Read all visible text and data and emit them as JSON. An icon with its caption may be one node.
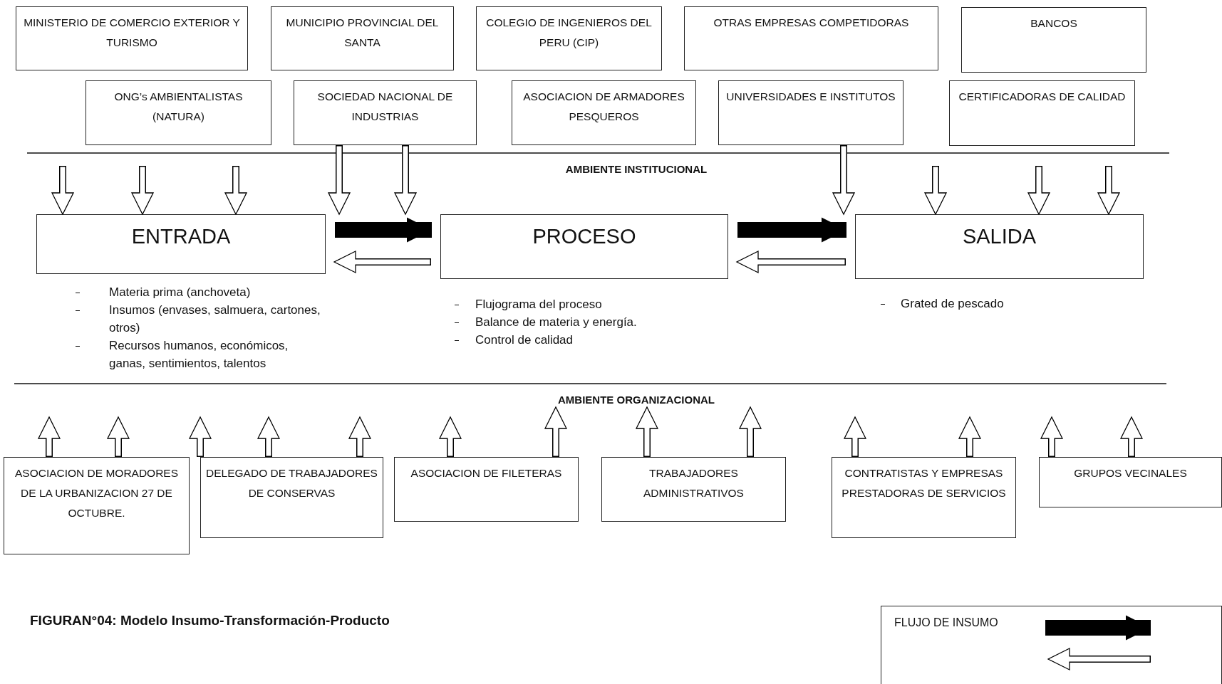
{
  "diagram": {
    "caption": "FIGURAN°04: Modelo Insumo-Transformación-Producto",
    "nodes": [
      {
        "text": [
          "ENTRADA"
        ],
        "beside": [
          "Materia prima (anchoveta)",
          "Insumos (envases, salmuera, cartones, otros)",
          "Recursos humanos, económicos, ganas, sentimientos, talentos"
        ]
      },
      {
        "text": [
          "PROCESO"
        ],
        "beside": [
          "Flujograma del proceso",
          "Balance de materia y energía.",
          "Control de calidad"
        ]
      },
      {
        "text": [
          "SALIDA"
        ],
        "beside": [
          "Grated de pescado"
        ]
      },
      {
        "text": [
          "MINISTERIO DE COMERCIO EXTERIOR Y TURISMO"
        ]
      },
      {
        "text": [
          "MUNICIPIO PROVINCIAL DEL SANTA"
        ]
      },
      {
        "text": [
          "COLEGIO DE INGENIEROS DEL PERU (CIP)"
        ]
      },
      {
        "text": [
          "OTRAS EMPRESAS COMPETIDORAS"
        ]
      },
      {
        "text": [
          "BANCOS"
        ]
      },
      {
        "text": [
          "ONG’s AMBIENTALISTAS (NATURA)"
        ]
      },
      {
        "text": [
          "SOCIEDAD NACIONAL DE INDUSTRIAS"
        ]
      },
      {
        "text": [
          "ASOCIACION DE ARMADORES PESQUEROS"
        ]
      },
      {
        "text": [
          "UNIVERSIDADES E INSTITUTOS"
        ]
      },
      {
        "text": [
          "CERTIFICADORAS DE CALIDAD"
        ]
      },
      {
        "text": [
          "ASOCIACION DE MORADORES DE LA URBANIZACION 27 DE OCTUBRE."
        ]
      },
      {
        "text": [
          "DELEGADO DE TRABAJADORES DE CONSERVAS"
        ]
      },
      {
        "text": [
          "ASOCIACION DE FILETERAS"
        ]
      },
      {
        "text": [
          "TRABAJADORES ADMINISTRATIVOS"
        ]
      },
      {
        "text": [
          "CONTRATISTAS Y EMPRESAS PRESTADORAS DE SERVICIOS"
        ]
      },
      {
        "text": [
          "GRUPOS VECINALES"
        ]
      },
      {
        "text": [
          "AMBIENTE ORGANIZACIONAL"
        ]
      }
    ],
    "edges": [
      {
        "from": 0,
        "to": 1,
        "arrow": "to",
        "style": "thick"
      },
      {
        "from": 1,
        "to": 0,
        "arrow": "to"
      },
      {
        "from": 1,
        "to": 2,
        "arrow": "to",
        "style": "thick"
      },
      {
        "from": 2,
        "to": 1,
        "arrow": "to"
      },
      {
        "from": null,
        "to": 0,
        "arrow": "to"
      },
      {
        "from": null,
        "to": 0,
        "arrow": "to"
      },
      {
        "from": null,
        "to": 0,
        "arrow": "to"
      },
      {
        "from": 9,
        "to": 0,
        "arrow": "to"
      },
      {
        "from": 9,
        "to": 1,
        "arrow": "to"
      },
      {
        "from": 11,
        "to": 2,
        "arrow": "to"
      },
      {
        "from": null,
        "to": 2,
        "arrow": "to"
      },
      {
        "from": null,
        "to": 2,
        "arrow": "to"
      },
      {
        "from": null,
        "to": 2,
        "arrow": "to"
      },
      {
        "from": 13,
        "to": null,
        "arrow": "to"
      },
      {
        "from": 13,
        "to": null,
        "arrow": "to"
      },
      {
        "from": 14,
        "to": null,
        "arrow": "to"
      },
      {
        "from": 14,
        "to": null,
        "arrow": "to"
      },
      {
        "from": 14,
        "to": null,
        "arrow": "to"
      },
      {
        "from": 15,
        "to": null,
        "arrow": "to"
      },
      {
        "from": 15,
        "to": 19,
        "arrow": "to"
      },
      {
        "from": 16,
        "to": 19,
        "arrow": "to"
      },
      {
        "from": 16,
        "to": 19,
        "arrow": "to"
      },
      {
        "from": 17,
        "to": null,
        "arrow": "to"
      },
      {
        "from": 17,
        "to": null,
        "arrow": "to"
      },
      {
        "from": 18,
        "to": null,
        "arrow": "to"
      },
      {
        "from": 18,
        "to": null,
        "arrow": "to"
      }
    ],
    "labels": [
      "AMBIENTE INSTITUCIONAL"
    ],
    "legend": [
      {
        "text": "FLUJO DE INSUMO"
      }
    ]
  }
}
